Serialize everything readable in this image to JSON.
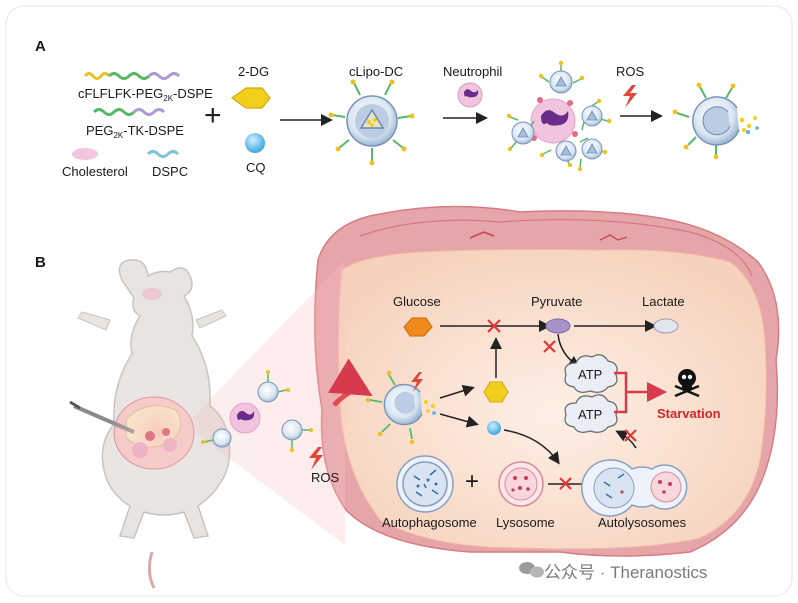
{
  "panels": {
    "a": "A",
    "b": "B"
  },
  "panel_a": {
    "components": {
      "peptide_lipid": {
        "prefix": "cFLFLFK-PEG",
        "sub": "2K",
        "suffix": "-DSPE"
      },
      "tk_lipid": {
        "prefix": "PEG",
        "sub": "2K",
        "suffix": "-TK-DSPE"
      },
      "cholesterol": "Cholesterol",
      "dspc": "DSPC"
    },
    "plus_sign": "+",
    "drug_2dg": "2-DG",
    "drug_cq": "CQ",
    "nanoparticle": "cLipo-DC",
    "cell": "Neutrophil",
    "trigger": "ROS"
  },
  "panel_b": {
    "ros_label": "ROS",
    "glucose": "Glucose",
    "pyruvate": "Pyruvate",
    "lactate": "Lactate",
    "atp_1": "ATP",
    "atp_2": "ATP",
    "outcome": "Starvation",
    "autophagosome": "Autophagosome",
    "lysosome": "Lysosome",
    "autolysosome": "Autolysosomes",
    "plus_sign": "+"
  },
  "watermark": "公众号 · Theranostics",
  "colors": {
    "bracket": "#d63a4c",
    "inhibit": "#e0383a",
    "drug_2dg": "#f2cf1c",
    "drug_cq": "#4fb2e8",
    "tumor": "#fbe3d3",
    "tumor_rim": "#e08a8c"
  }
}
